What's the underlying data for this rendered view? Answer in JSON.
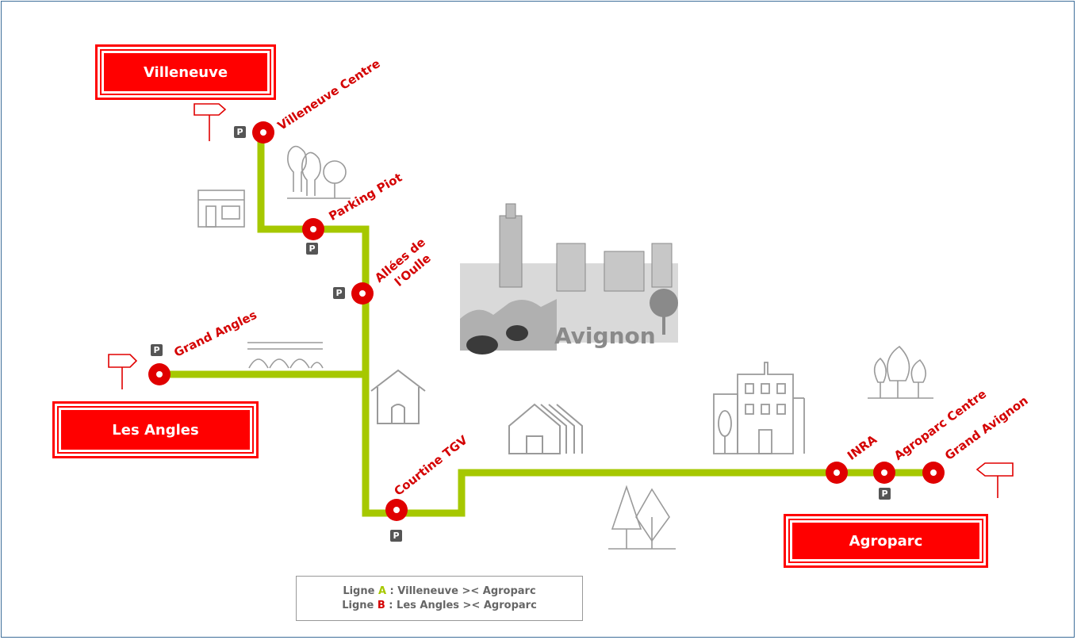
{
  "colors": {
    "line": "#a6c800",
    "stop": "#e00000",
    "city_box": "#ff0000",
    "label": "#d40000",
    "parking": "#555555",
    "icons": "#9a9a9a"
  },
  "cities": {
    "villeneuve": "Villeneuve",
    "les_angles": "Les Angles",
    "agroparc": "Agroparc"
  },
  "stops": {
    "villeneuve_centre": "Villeneuve Centre",
    "parking_piot": "Parking Piot",
    "allees_line1": "Allées de",
    "allees_line2": "l'Oulle",
    "grand_angles": "Grand Angles",
    "courtine": "Courtine TGV",
    "inra": "INRA",
    "agroparc_centre": "Agroparc Centre",
    "grand_avignon": "Grand Avignon"
  },
  "parking_symbol": "P",
  "landmark": "Avignon",
  "legend": {
    "line_a_prefix": "Ligne ",
    "line_a_letter": "A",
    "line_a_route": " : Villeneuve >< Agroparc",
    "line_b_prefix": "Ligne ",
    "line_b_letter": "B",
    "line_b_route": " : Les Angles >< Agroparc"
  }
}
